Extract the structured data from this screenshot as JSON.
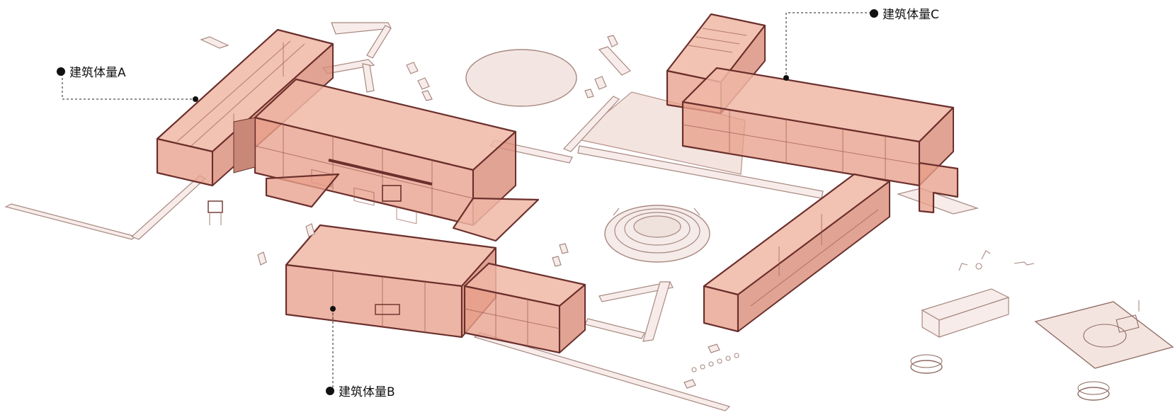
{
  "labels": {
    "a": "建筑体量A",
    "b": "建筑体量B",
    "c": "建筑体量C"
  },
  "colors": {
    "building_fill": "#e8a08c",
    "building_edge": "#6b2f2c",
    "ground_fill": "#f3e4df",
    "ground_edge": "#b89189",
    "site_line": "#a88880",
    "leader": "#222222"
  }
}
